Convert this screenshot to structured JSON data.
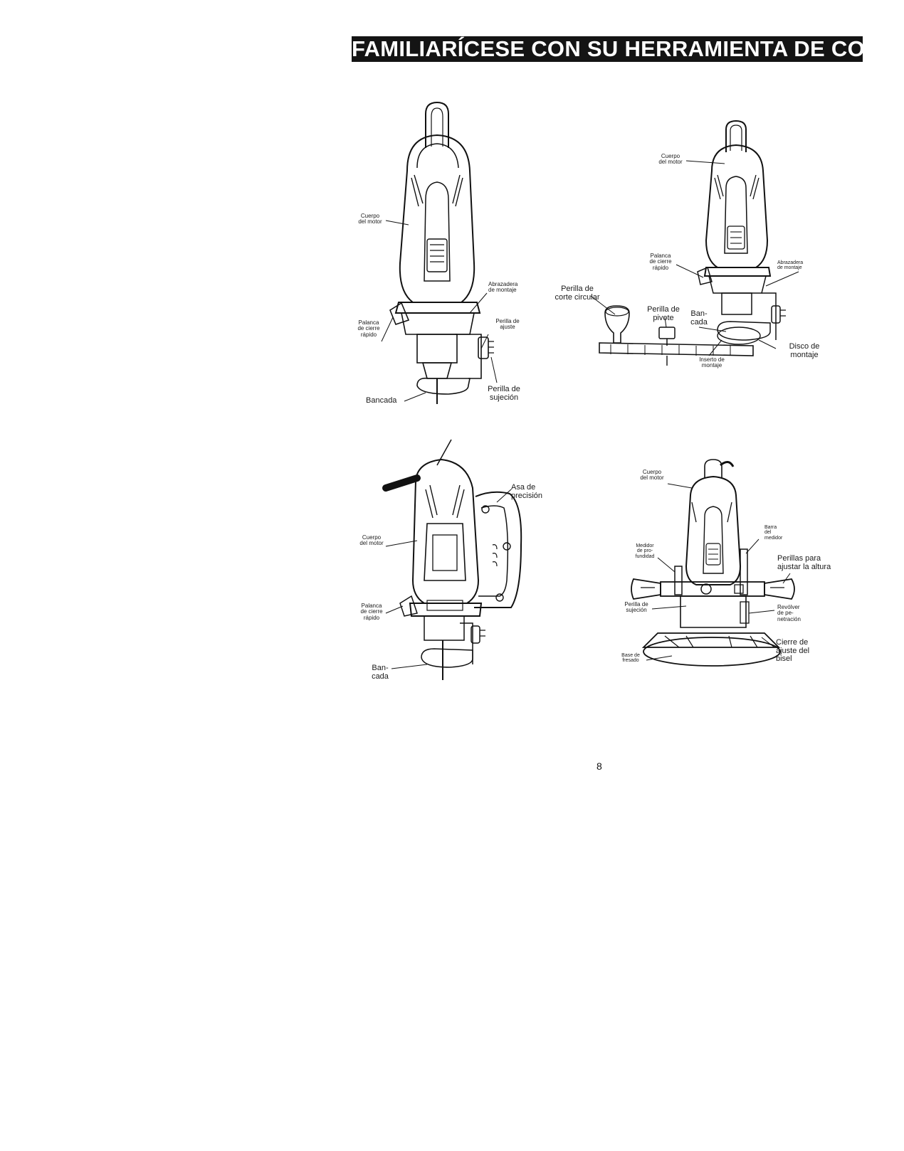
{
  "header": {
    "title": "FAMILIARÍCESE CON SU HERRAMIENTA DE CORTE"
  },
  "figures": {
    "fig1": {
      "motor_body": "Cuerpo\ndel motor",
      "mounting_clamp": "Abrazadera\nde montaje",
      "quick_release_lever": "Palanca\nde cierre\nrápido",
      "adjust_knob": "Perilla de\najuste",
      "clamp_knob": "Perilla de\nsujeción",
      "base": "Bancada"
    },
    "fig2": {
      "motor_body": "Cuerpo\ndel motor",
      "quick_release_lever": "Palanca\nde cierre\nrápido",
      "mounting_clamp": "Abrazadera\nde montaje",
      "circle_cut_knob": "Perilla de\ncorte circular",
      "pivot_knob": "Perilla de\npivote",
      "base": "Ban-\ncada",
      "mounting_disk": "Disco de\nmontaje",
      "mounting_insert": "Inserto de\nmontaje"
    },
    "fig3": {
      "precision_handle": "Asa de\nprecisión",
      "motor_body": "Cuerpo\ndel motor",
      "quick_release_lever": "Palanca\nde cierre\nrápido",
      "base": "Ban-\ncada"
    },
    "fig4": {
      "motor_body": "Cuerpo\ndel motor",
      "gauge_bar": "Barra\ndel\nmedidor",
      "depth_gauge": "Medidor\nde pro-\nfundidad",
      "height_knobs": "Perillas para\najustar la altura",
      "clamp_knob": "Perilla de\nsujeción",
      "depth_turret": "Revólver\nde pe-\nnetración",
      "bevel_lock": "Cierre de\najuste del\nbisel",
      "router_base": "Base de\nfresado"
    }
  },
  "page_number": "8"
}
